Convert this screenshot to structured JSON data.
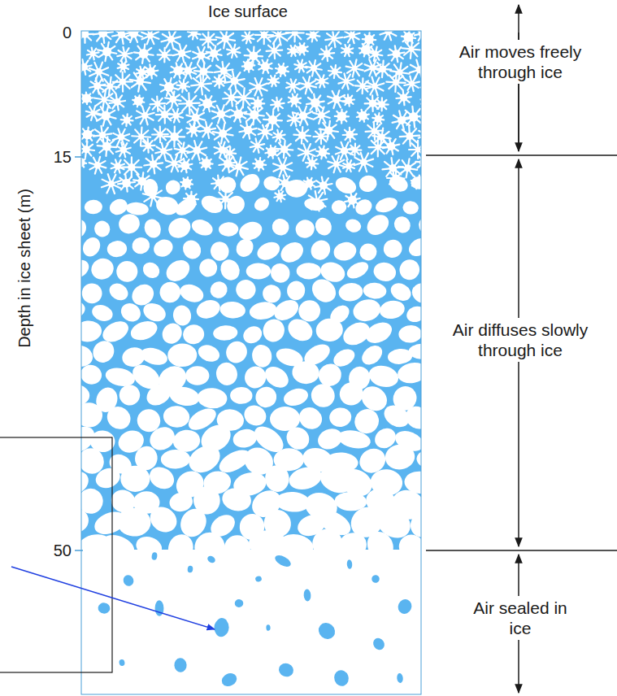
{
  "diagram": {
    "labels": [
      "Ice surface",
      "0",
      "15",
      "50",
      "Depth in ice sheet (m)",
      "Air moves freely through ice",
      "Air diffuses slowly through ice",
      "Air sealed in ice"
    ]
  }
}
